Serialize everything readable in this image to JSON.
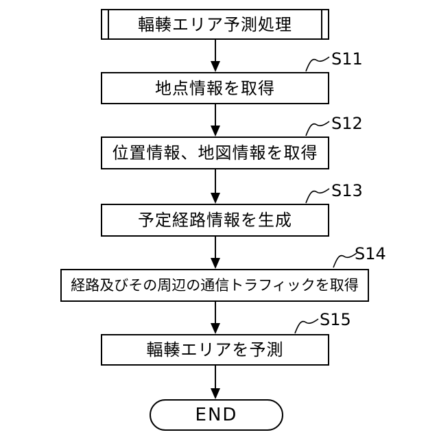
{
  "figure": {
    "type": "flowchart",
    "start": {
      "label": "輻輳エリア予測処理"
    },
    "steps": [
      {
        "id": "S11",
        "label": "地点情報を取得"
      },
      {
        "id": "S12",
        "label": "位置情報、地図情報を取得"
      },
      {
        "id": "S13",
        "label": "予定経路情報を生成"
      },
      {
        "id": "S14",
        "label": "経路及びその周辺の通信トラフィックを取得"
      },
      {
        "id": "S15",
        "label": "輻輳エリアを予測"
      }
    ],
    "end": {
      "label": "END"
    },
    "colors": {
      "line": "#000000",
      "background": "#ffffff",
      "text": "#000000"
    }
  }
}
